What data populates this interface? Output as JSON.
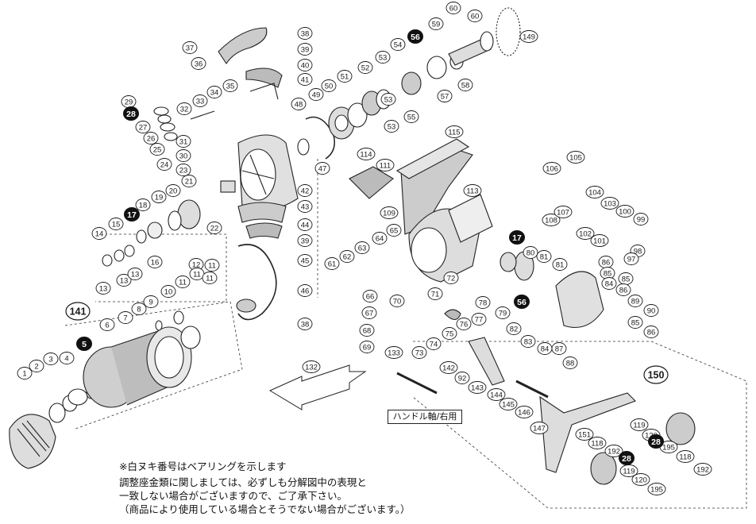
{
  "notes": [
    "※白ヌキ番号はベアリングを示します",
    "調整座金類に関しましては、必ずしも分解図中の表現と",
    "一致しない場合がございますので、ご了承下さい。",
    "（商品により使用している場合とそうでない場合がございます。）"
  ],
  "shaft_label": "ハンドル軸/右用",
  "group_labels": [
    "141",
    "150"
  ],
  "dark_labels": [
    "28",
    "17",
    "5",
    "56",
    "17",
    "56",
    "28",
    "28"
  ],
  "part_labels": [
    "38",
    "39",
    "40",
    "41",
    "37",
    "36",
    "35",
    "34",
    "33",
    "32",
    "29",
    "27",
    "26",
    "25",
    "24",
    "31",
    "30",
    "23",
    "22",
    "21",
    "20",
    "19",
    "18",
    "15",
    "14",
    "16",
    "13",
    "13",
    "13",
    "12",
    "11",
    "11",
    "11",
    "11",
    "10",
    "9",
    "8",
    "7",
    "6",
    "4",
    "3",
    "2",
    "1",
    "38",
    "39",
    "44",
    "45",
    "46",
    "43",
    "42",
    "47",
    "48",
    "49",
    "50",
    "51",
    "52",
    "53",
    "54",
    "53",
    "53",
    "55",
    "57",
    "58",
    "59",
    "60",
    "60",
    "149",
    "115",
    "114",
    "111",
    "113",
    "109",
    "108",
    "107",
    "106",
    "105",
    "104",
    "103",
    "100",
    "99",
    "102",
    "101",
    "98",
    "97",
    "65",
    "64",
    "63",
    "62",
    "61",
    "66",
    "67",
    "68",
    "69",
    "70",
    "71",
    "72",
    "73",
    "74",
    "75",
    "76",
    "77",
    "78",
    "79",
    "80",
    "81",
    "81",
    "86",
    "85",
    "84",
    "85",
    "86",
    "89",
    "90",
    "85",
    "86",
    "87",
    "88",
    "82",
    "83",
    "84",
    "133",
    "132",
    "142",
    "92",
    "143",
    "144",
    "145",
    "146",
    "147",
    "151",
    "118",
    "192",
    "119",
    "120",
    "195",
    "118",
    "192",
    "119",
    "120",
    "195"
  ],
  "palette": {
    "ink": "#1a1a1a",
    "label_fill": "#ffffff",
    "dark_fill": "#111111"
  }
}
